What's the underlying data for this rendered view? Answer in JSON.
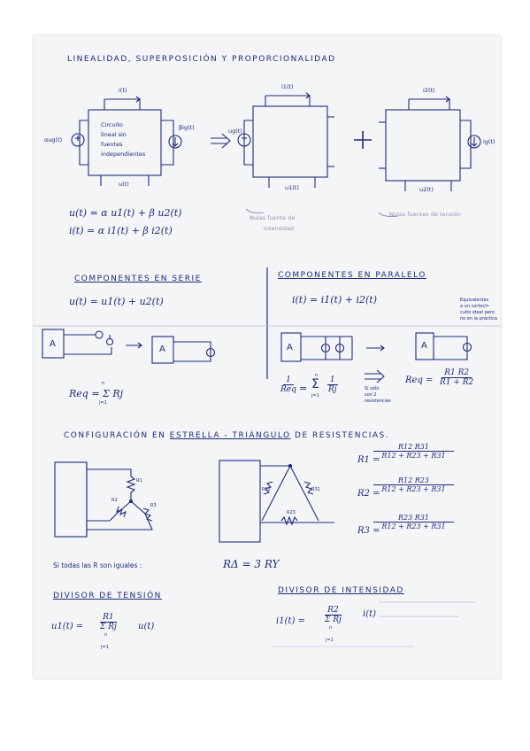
{
  "header": {
    "title": "LINEALIDAD, SUPERPOSICIÓN Y PROPORCIONALIDAD"
  },
  "top": {
    "box_label": [
      "Circuito",
      "lineal sin",
      "fuentes",
      "independientes"
    ],
    "i_top": "i(t)",
    "u_bottom": "u(t)",
    "source_left": "αug(t)",
    "source_right": "βig(t)",
    "i1": "i1(t)",
    "u1": "u1(t)",
    "i2": "i2(t)",
    "u2": "u2(t)",
    "ug": "ug(t)",
    "ig": "ig(t)",
    "eq1": "u(t) = α u1(t) + β u2(t)",
    "eq2": "i(t) = α i1(t) + β i2(t)",
    "note1": [
      "Nulas fuente de",
      "intensidad"
    ],
    "note2": "Nulas fuentes de tensión"
  },
  "series": {
    "heading": "COMPONENTES EN SERIE",
    "eq": "u(t) = u1(t) + u2(t)",
    "block": "A",
    "req": "Req = Σ Rj",
    "sum_top": "n",
    "sum_bottom": "j=1"
  },
  "parallel": {
    "heading": "COMPONENTES EN PARALELO",
    "eq": "i(t) = i1(t) + i2(t)",
    "block": "A",
    "side_note": [
      "Equivalentes",
      "a un cortocir-",
      "cuito ideal pero",
      "no en la práctica"
    ],
    "inv_left_num": "1",
    "inv_left_den": "Req",
    "inv_right_num": "1",
    "inv_right_den": "Rj",
    "sum_top": "n",
    "sum_bottom": "j=1",
    "note": [
      "Sí sólo",
      "son 2",
      "resistencias"
    ],
    "req2_left": "Req =",
    "req2_num": "R1 R2",
    "req2_den": "R1 + R2"
  },
  "star_delta": {
    "heading_pre": "CONFIGURACIÓN EN",
    "heading_mid": "ESTRELLA - TRIÁNGULO",
    "heading_post": "DE RESISTENCIAS.",
    "r1_label": "R1",
    "r2_label": "R2",
    "r3_label": "R3",
    "r12_label": "R12",
    "r23_label": "R23",
    "r31_label": "R31",
    "eq_r1_left": "R1 =",
    "eq_r1_num": "R12 R31",
    "eq_r1_den": "R12 + R23 + R31",
    "eq_r2_left": "R2 =",
    "eq_r2_num": "R12 R23",
    "eq_r2_den": "R12 + R23 + R31",
    "eq_r3_left": "R3 =",
    "eq_r3_num": "R23 R31",
    "eq_r3_den": "R12 + R23 + R31",
    "equal_note": "Si todas las R son iguales :",
    "equal_eq": "RΔ = 3 RY"
  },
  "divisor_tension": {
    "heading": "DIVISOR DE TENSIÓN",
    "left": "u1(t) =",
    "num": "R1",
    "den": "Σ Rj",
    "den_top": "n",
    "den_bottom": "j=1",
    "right": "u(t)"
  },
  "divisor_intensidad": {
    "heading": "DIVISOR DE INTENSIDAD",
    "left": "i1(t) =",
    "num": "R2",
    "den": "Σ Rj",
    "den_top": "n",
    "den_bottom": "j=1",
    "right": "i(t)"
  }
}
